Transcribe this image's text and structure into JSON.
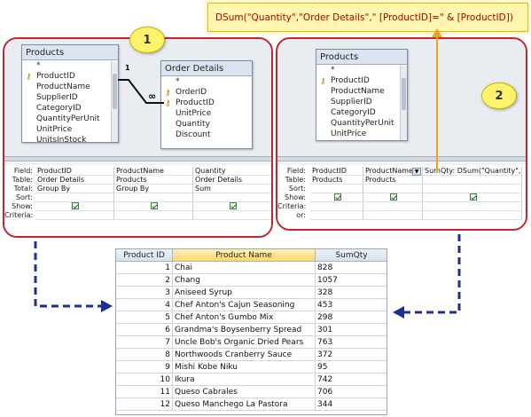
{
  "formula": "DSum(\"Quantity\",\"Order Details\",\" [ProductID]=\" & [ProductID])",
  "badges": [
    "1",
    "2"
  ],
  "left_design": {
    "products_table": {
      "title": "Products",
      "fields": [
        "*",
        "ProductID",
        "ProductName",
        "SupplierID",
        "CategoryID",
        "QuantityPerUnit",
        "UnitPrice",
        "UnitsInStock"
      ],
      "key_field": "ProductID"
    },
    "order_details_table": {
      "title": "Order Details",
      "fields": [
        "*",
        "OrderID",
        "ProductID",
        "UnitPrice",
        "Quantity",
        "Discount"
      ],
      "key_fields": [
        "OrderID",
        "ProductID"
      ]
    },
    "relationship": {
      "one": "1",
      "many": "∞"
    },
    "grid_labels": [
      "Field:",
      "Table:",
      "Total:",
      "Sort:",
      "Show:",
      "Criteria:"
    ],
    "columns": [
      {
        "field": "ProductID",
        "table": "Order Details",
        "total": "Group By",
        "sort": "",
        "show": true
      },
      {
        "field": "ProductName",
        "table": "Products",
        "total": "Group By",
        "sort": "",
        "show": true
      },
      {
        "field": "Quantity",
        "table": "Order Details",
        "total": "Sum",
        "sort": "",
        "show": true
      }
    ]
  },
  "right_design": {
    "products_table": {
      "title": "Products",
      "fields": [
        "*",
        "ProductID",
        "ProductName",
        "SupplierID",
        "CategoryID",
        "QuantityPerUnit",
        "UnitPrice"
      ],
      "key_field": "ProductID"
    },
    "grid_labels": [
      "Field:",
      "Table:",
      "Sort:",
      "Show:",
      "Criteria:",
      "or:"
    ],
    "columns": [
      {
        "field": "ProductID",
        "table": "Products",
        "sort": "",
        "show": true
      },
      {
        "field": "ProductName",
        "table": "Products",
        "sort": "",
        "show": true
      },
      {
        "field": "SumQty: DSum(\"Quantity\",\"O",
        "table": "",
        "sort": "",
        "show": true
      }
    ]
  },
  "result": {
    "headers": [
      "Product ID",
      "Product Name",
      "SumQty"
    ],
    "rows": [
      [
        "1",
        "Chai",
        "828"
      ],
      [
        "2",
        "Chang",
        "1057"
      ],
      [
        "3",
        "Aniseed Syrup",
        "328"
      ],
      [
        "4",
        "Chef Anton's Cajun Seasoning",
        "453"
      ],
      [
        "5",
        "Chef Anton's Gumbo Mix",
        "298"
      ],
      [
        "6",
        "Grandma's Boysenberry Spread",
        "301"
      ],
      [
        "7",
        "Uncle Bob's Organic Dried Pears",
        "763"
      ],
      [
        "8",
        "Northwoods Cranberry Sauce",
        "372"
      ],
      [
        "9",
        "Mishi Kobe Niku",
        "95"
      ],
      [
        "10",
        "Ikura",
        "742"
      ],
      [
        "11",
        "Queso Cabrales",
        "706"
      ],
      [
        "12",
        "Queso Manchego La Pastora",
        "344"
      ]
    ]
  },
  "colors": {
    "panel_border": "#c0282d",
    "arrow": "#1f2f8f",
    "formula_arrow": "#f0a020",
    "formula_text": "#b00000"
  }
}
